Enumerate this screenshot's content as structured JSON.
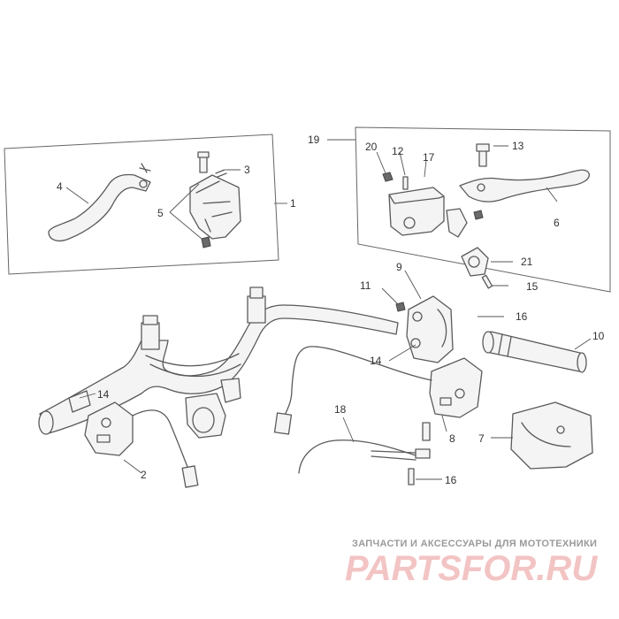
{
  "callouts": {
    "c1": "1",
    "c2": "2",
    "c3": "3",
    "c4": "4",
    "c5": "5",
    "c6": "6",
    "c7": "7",
    "c8": "8",
    "c9": "9",
    "c10": "10",
    "c11": "11",
    "c12": "12",
    "c13": "13",
    "c14a": "14",
    "c14b": "14",
    "c15": "15",
    "c16a": "16",
    "c16b": "16",
    "c17": "17",
    "c18": "18",
    "c19": "19",
    "c20": "20",
    "c21": "21"
  },
  "watermark": {
    "subtitle": "ЗАПЧАСТИ И АКСЕССУАРЫ ДЛЯ МОТОТЕХНИКИ",
    "logo_main": "PARTSFOR",
    "logo_domain": ".RU"
  },
  "colors": {
    "line": "#5a5a5a",
    "watermark_logo": "#f3c4c4",
    "watermark_text": "#9a9a9a"
  }
}
